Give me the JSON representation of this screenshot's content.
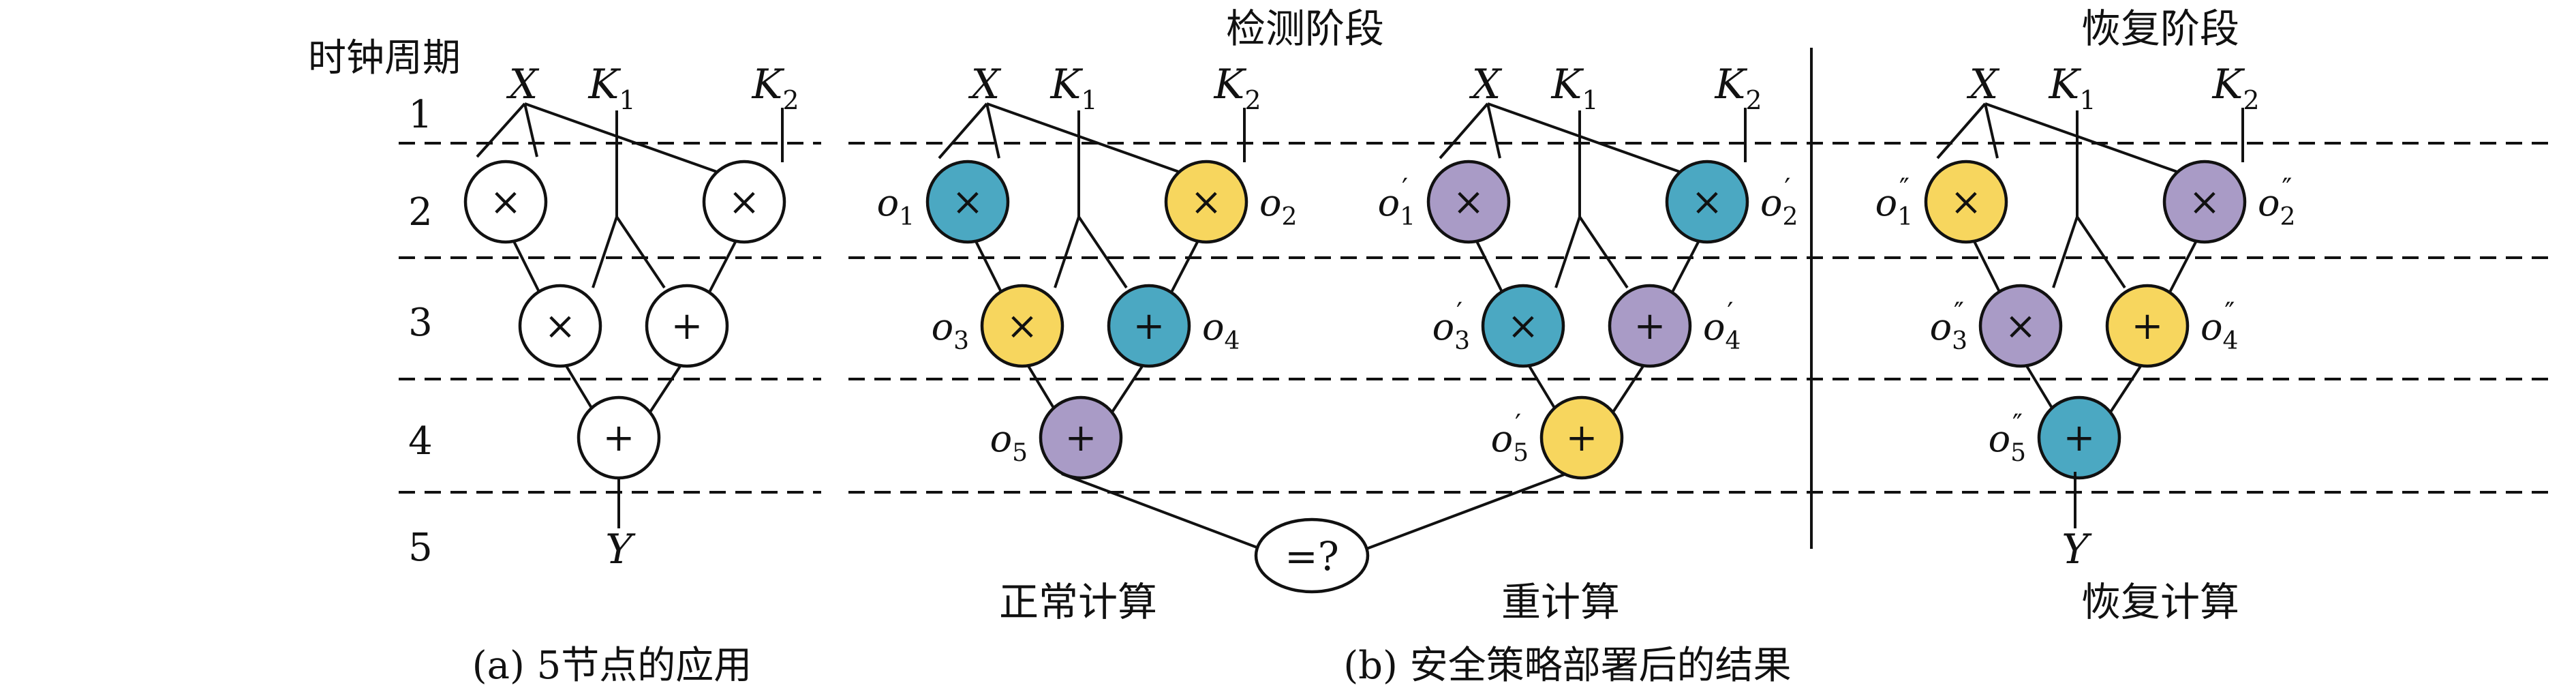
{
  "colors": {
    "blue": "#4BA8C2",
    "yellow": "#F7D65E",
    "purple": "#A99BC6",
    "white": "#FFFFFF",
    "line": "#111111"
  },
  "left": {
    "cycle_header": "时钟周期",
    "cycles": [
      "1",
      "2",
      "3",
      "4",
      "5"
    ],
    "inputs": {
      "x": "X",
      "k1": "K",
      "k1_sub": "1",
      "k2": "K",
      "k2_sub": "2"
    },
    "ops": {
      "n1": "×",
      "n2": "×",
      "n3": "×",
      "n4": "+",
      "n5": "+"
    },
    "output": "Y",
    "caption": "(a) 5节点的应用"
  },
  "right": {
    "detect_title": "检测阶段",
    "recover_title": "恢复阶段",
    "normal_label": "正常计算",
    "recompute_label": "重计算",
    "recover_label": "恢复计算",
    "compare": "=?",
    "output": "Y",
    "caption": "(b) 安全策略部署后的结果",
    "tree_labels": {
      "normal": [
        "o",
        "o",
        "o",
        "o",
        "o"
      ],
      "recompute": [
        "o",
        "o",
        "o",
        "o",
        "o"
      ],
      "recover": [
        "o",
        "o",
        "o",
        "o",
        "o"
      ]
    },
    "subs": [
      "1",
      "2",
      "3",
      "4",
      "5"
    ],
    "primes": {
      "normal": "",
      "recompute": "′",
      "recover": "″"
    },
    "node_colors": {
      "normal": [
        "blue",
        "yellow",
        "yellow",
        "blue",
        "purple"
      ],
      "recompute": [
        "purple",
        "blue",
        "blue",
        "purple",
        "yellow"
      ],
      "recover": [
        "yellow",
        "purple",
        "purple",
        "yellow",
        "blue"
      ]
    }
  }
}
